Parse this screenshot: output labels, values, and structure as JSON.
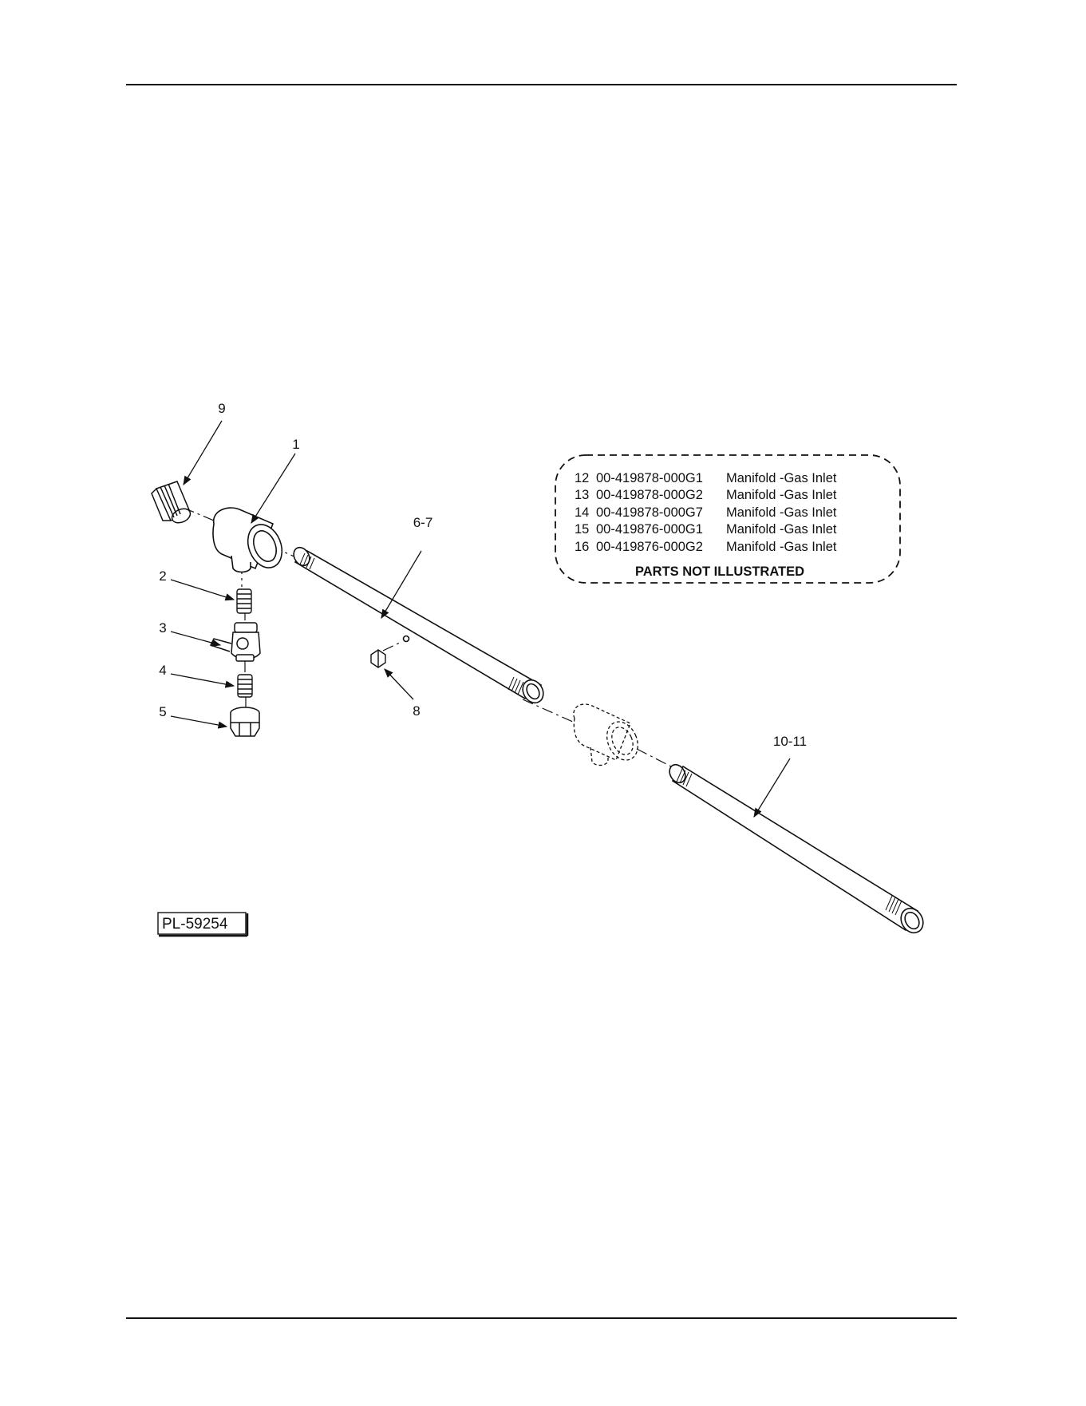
{
  "callouts": {
    "c1": "1",
    "c2": "2",
    "c3": "3",
    "c4": "4",
    "c5": "5",
    "c6_7": "6-7",
    "c8": "8",
    "c9": "9",
    "c10_11": "10-11"
  },
  "parts_not_illustrated": {
    "heading": "PARTS NOT ILLUSTRATED",
    "rows": [
      {
        "item": "12",
        "part": "00-419878-000G1",
        "desc": "Manifold -Gas Inlet"
      },
      {
        "item": "13",
        "part": "00-419878-000G2",
        "desc": "Manifold -Gas Inlet"
      },
      {
        "item": "14",
        "part": "00-419878-000G7",
        "desc": "Manifold -Gas Inlet"
      },
      {
        "item": "15",
        "part": "00-419876-000G1",
        "desc": "Manifold -Gas Inlet"
      },
      {
        "item": "16",
        "part": "00-419876-000G2",
        "desc": "Manifold -Gas Inlet"
      }
    ]
  },
  "plate_id": "PL-59254",
  "icons": {
    "drawing": "exploded-pipe-manifold-drawing",
    "leader": "leader-arrow"
  }
}
